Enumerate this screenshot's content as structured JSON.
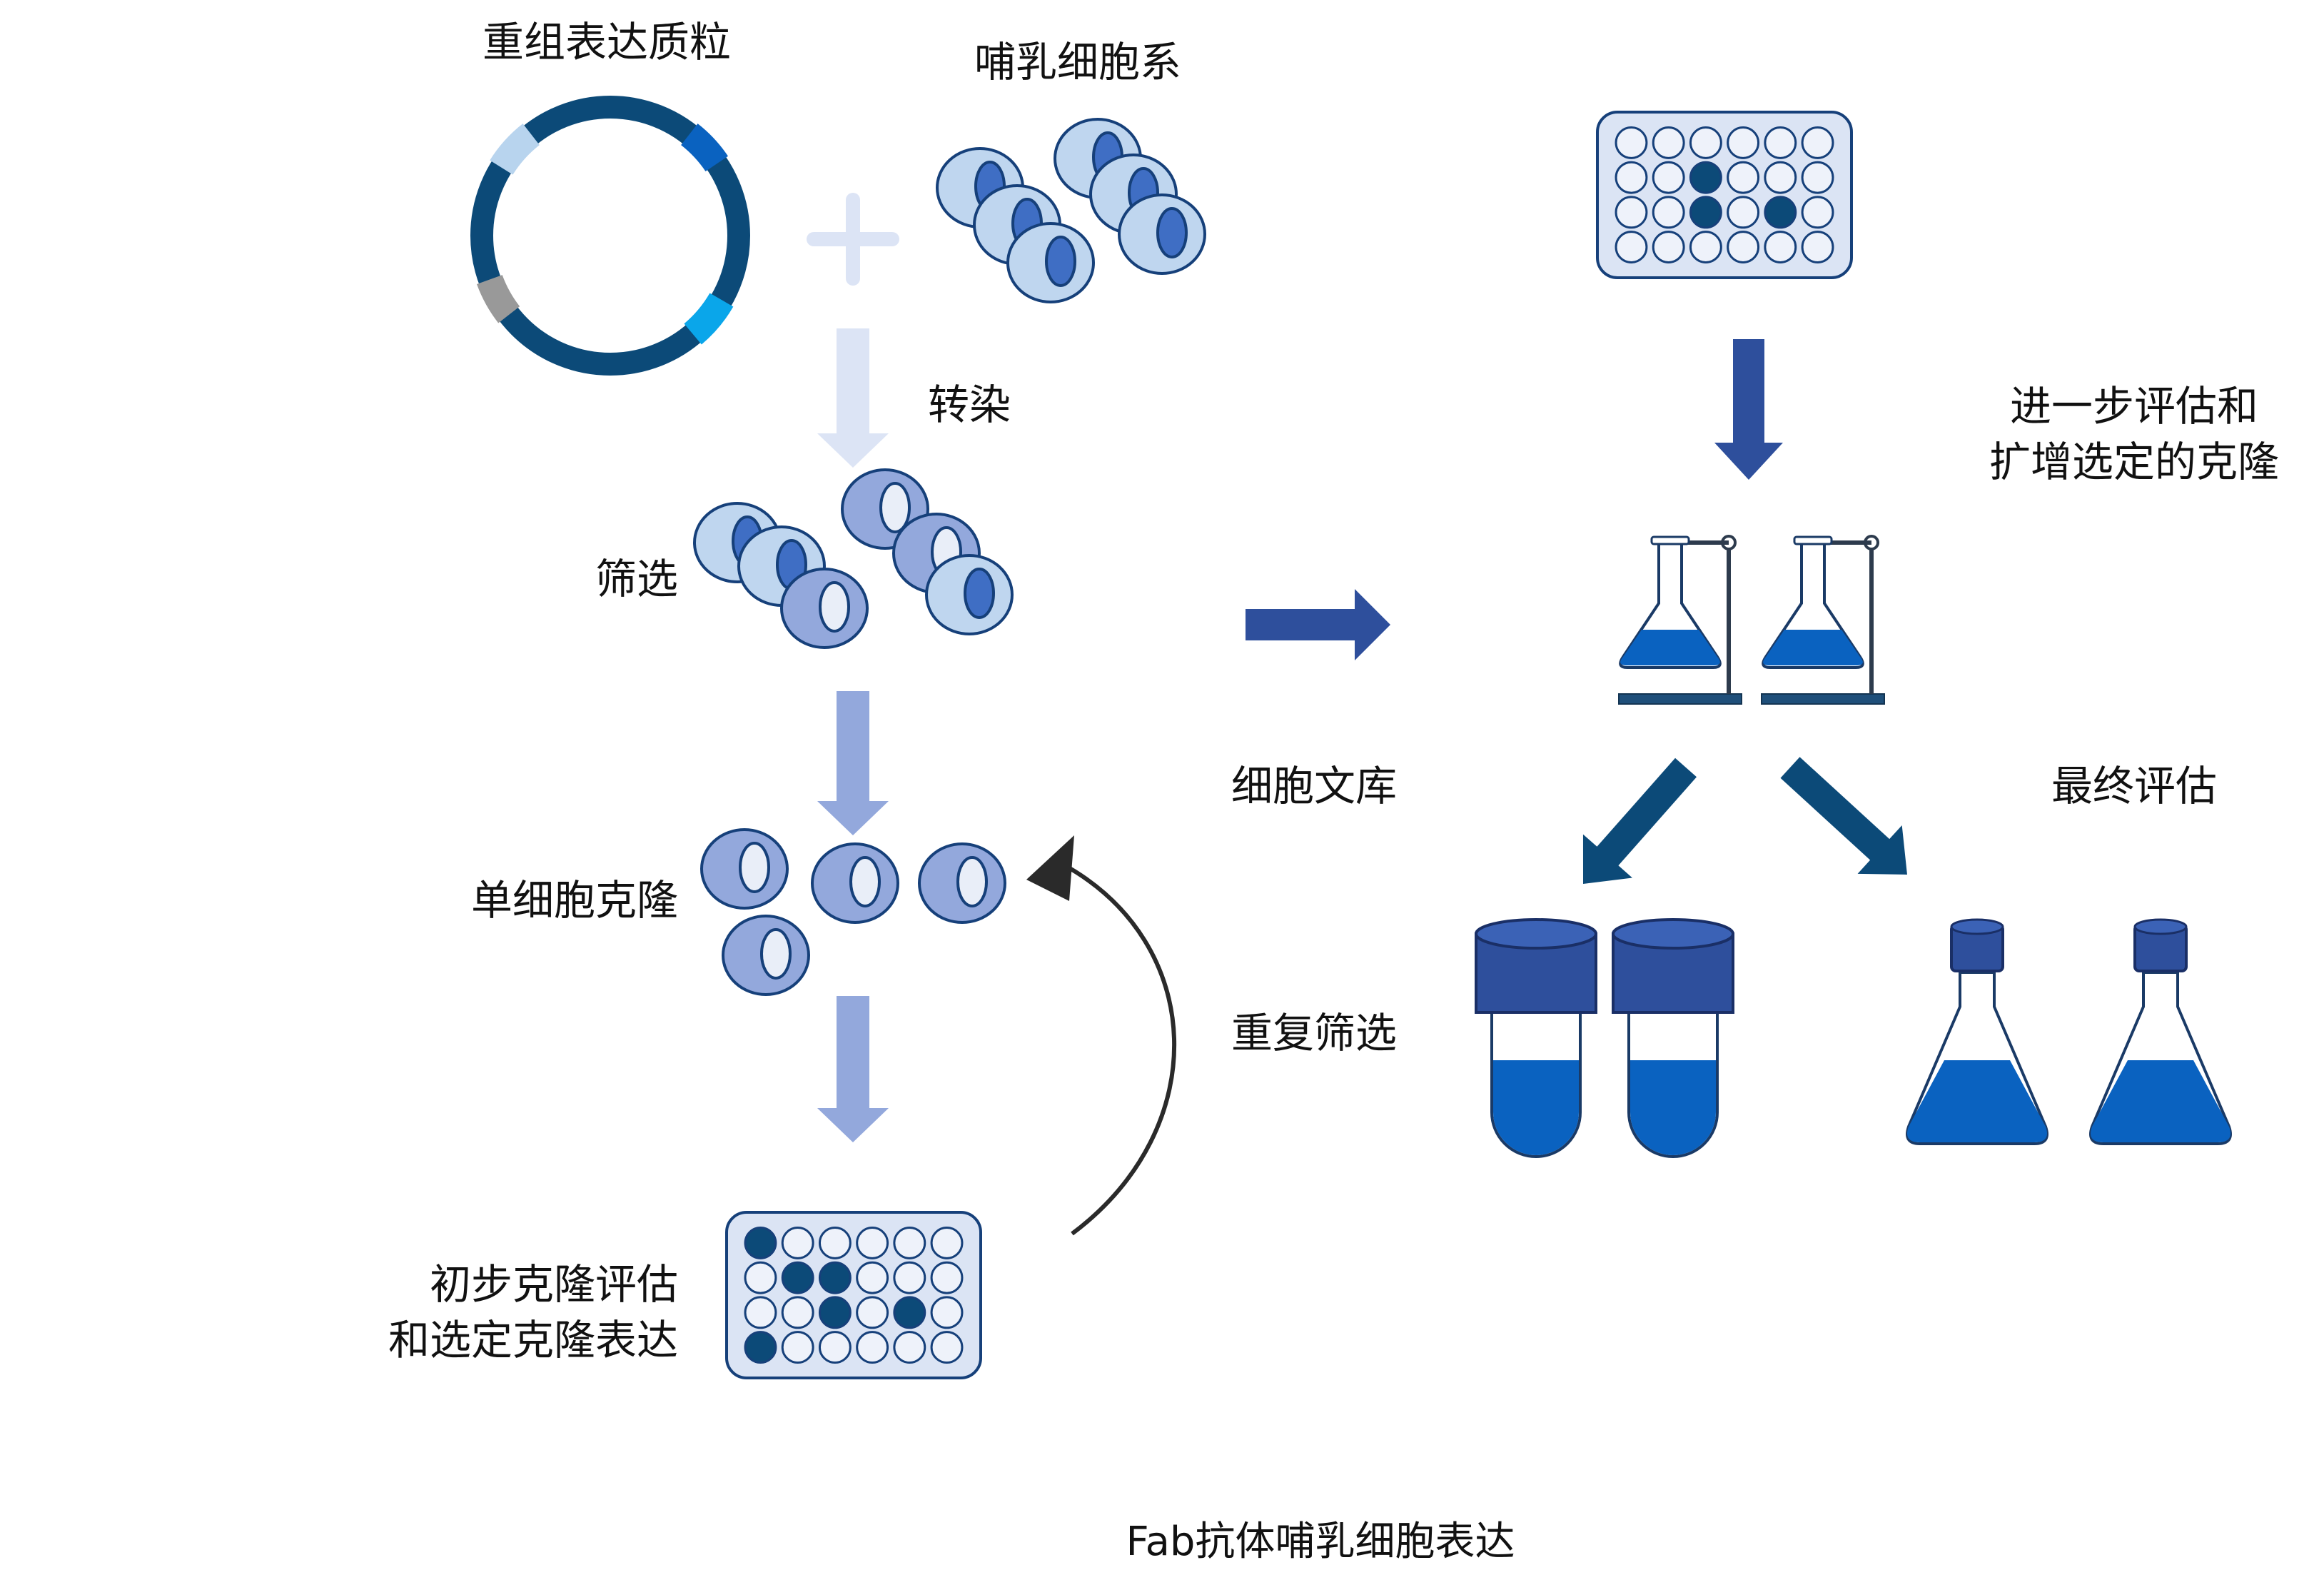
{
  "labels": {
    "plasmid": "重组表达质粒",
    "cell_line": "哺乳细胞系",
    "transfection": "转染",
    "selection": "筛选",
    "single_cell_clone": "单细胞克隆",
    "initial_eval_1": "初步克隆评估",
    "initial_eval_2": "和选定克隆表达",
    "cell_library": "细胞文库",
    "repeat_screen": "重复筛选",
    "further_eval_1": "进一步评估和",
    "further_eval_2": "扩增选定的克隆",
    "final_eval": "最终评估",
    "title": "Fab抗体哺乳细胞表达"
  },
  "colors": {
    "navy": "#0c4a78",
    "royal": "#2e4f9c",
    "bright_blue": "#0a62c0",
    "cell_fill": "#bfd6ef",
    "cell_outline": "#16407a",
    "nucleus": "#3f6ec4",
    "periwinkle": "#93a8dc",
    "pale_arrow": "#dce4f5",
    "plate_fill": "#dbe4f4",
    "plasmid_light": "#b8d4ee",
    "plasmid_cyan": "#0aa6ea",
    "plasmid_gray": "#999999",
    "curve": "#2a2a2a"
  },
  "plates": {
    "small": [
      [
        0,
        0,
        0,
        0,
        0,
        0
      ],
      [
        0,
        0,
        1,
        0,
        0,
        0
      ],
      [
        0,
        0,
        1,
        0,
        1,
        0
      ],
      [
        0,
        0,
        0,
        0,
        0,
        0
      ]
    ],
    "large": [
      [
        1,
        0,
        0,
        0,
        0,
        0
      ],
      [
        0,
        1,
        1,
        0,
        0,
        0
      ],
      [
        0,
        0,
        1,
        0,
        1,
        0
      ],
      [
        1,
        0,
        0,
        0,
        0,
        0
      ]
    ]
  }
}
